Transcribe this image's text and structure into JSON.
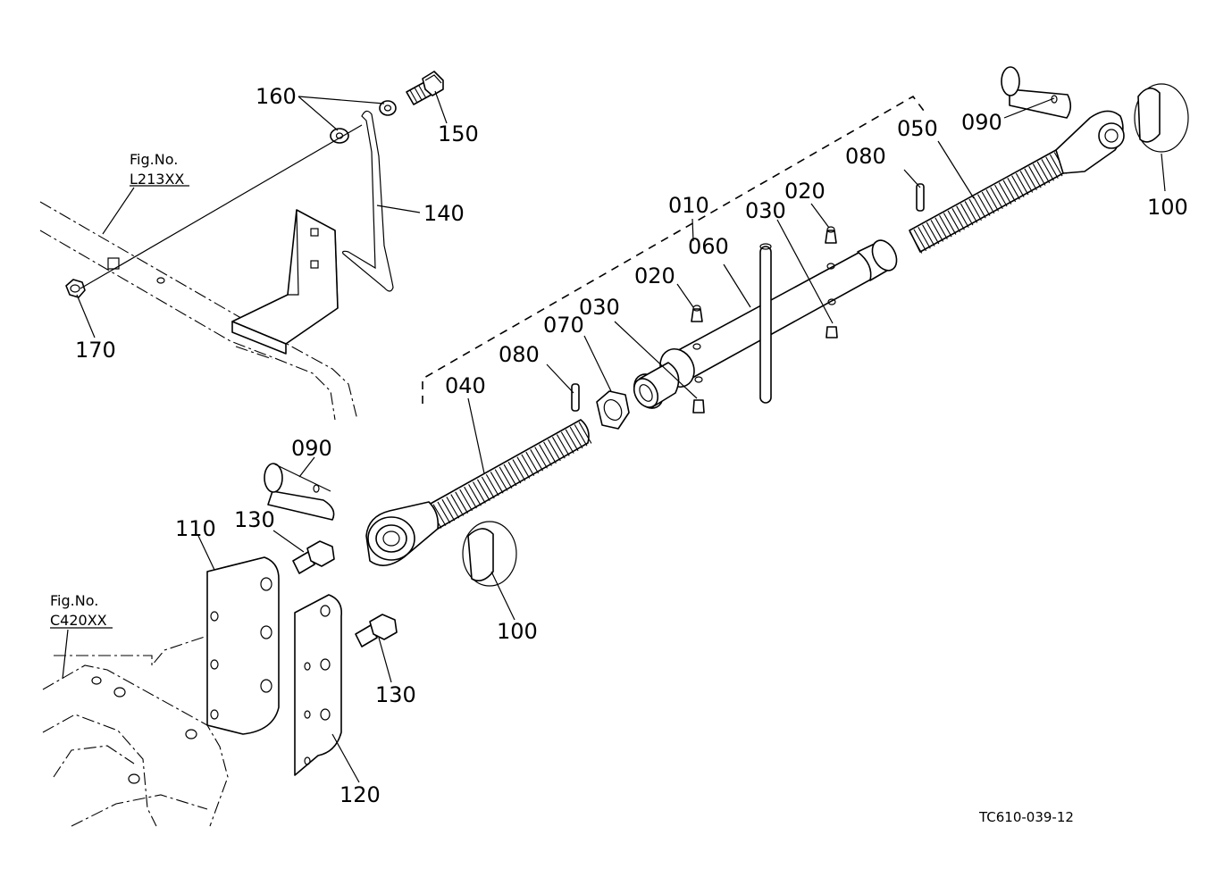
{
  "labels": {
    "p010": "010",
    "p020a": "020",
    "p020b": "020",
    "p030a": "030",
    "p030b": "030",
    "p040": "040",
    "p050": "050",
    "p060": "060",
    "p070": "070",
    "p080a": "080",
    "p080b": "080",
    "p090a": "090",
    "p090b": "090",
    "p100a": "100",
    "p100b": "100",
    "p110": "110",
    "p120": "120",
    "p130a": "130",
    "p130b": "130",
    "p140": "140",
    "p150": "150",
    "p160": "160",
    "p170": "170"
  },
  "references": {
    "frame_fig": "Fig.No.",
    "frame_code": "L213XX",
    "housing_fig": "Fig.No.",
    "housing_code": "C420XX"
  },
  "drawing_code": "TC610-039-12"
}
